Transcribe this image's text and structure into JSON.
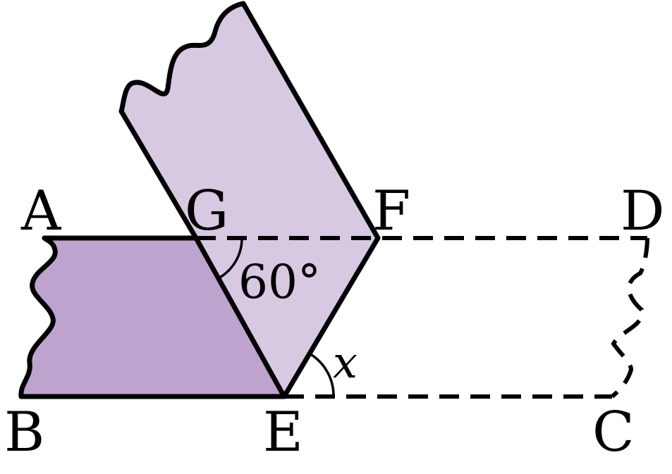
{
  "points": {
    "A": "A",
    "B": "B",
    "C": "C",
    "D": "D",
    "E": "E",
    "F": "F",
    "G": "G"
  },
  "angles": {
    "given": "60°",
    "unknown": "x"
  },
  "colors": {
    "dark_fill": "#bfa3cf",
    "light_fill": "#d8c9e3",
    "stroke": "#000000",
    "background": "#ffffff"
  }
}
